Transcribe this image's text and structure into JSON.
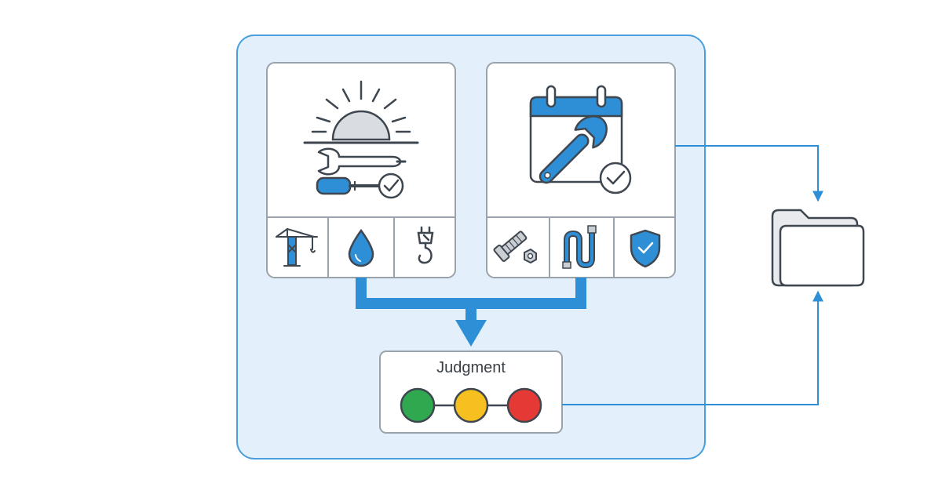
{
  "judgment": {
    "label": "Judgment",
    "lights": [
      {
        "name": "green",
        "color": "#2fa84f"
      },
      {
        "name": "yellow",
        "color": "#f6c020"
      },
      {
        "name": "red",
        "color": "#e53935"
      }
    ]
  },
  "colors": {
    "accent": "#2f8fd6",
    "panel_bg": "#e3f0fb",
    "panel_border": "#4aa0dc",
    "outline": "#3e4650",
    "card_border": "#9aa3ab"
  },
  "cards": [
    {
      "main_icon": "sunrise-tools-check-icon",
      "sub_icons": [
        "tower-crane-icon",
        "water-drop-icon",
        "crane-hook-icon"
      ]
    },
    {
      "main_icon": "calendar-wrench-check-icon",
      "sub_icons": [
        "bolt-nut-icon",
        "hose-cable-icon",
        "shield-check-icon"
      ]
    }
  ],
  "output_icon": "folder-icon"
}
